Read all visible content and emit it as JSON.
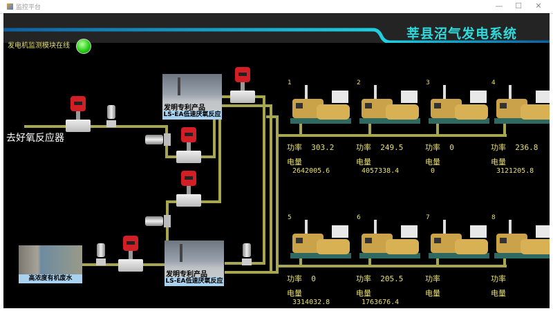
{
  "window": {
    "title": "监控平台",
    "controls": [
      "—",
      "☐",
      "✕"
    ]
  },
  "header": {
    "title": "莘县沼气发电系统"
  },
  "status": {
    "label": "发电机监测模块在线",
    "online": true,
    "led_color": "#27d018"
  },
  "labels": {
    "aerobic": "去好氧反应器",
    "wastewater": "高浓度有机废水"
  },
  "reactors": [
    {
      "line1": "发明专利产品",
      "line2": "LS-EA低速厌氧反应器"
    },
    {
      "line1": "发明专利产品",
      "line2": "LS-EA低速厌氧反应器"
    }
  ],
  "power_label": "功率",
  "energy_label": "电量",
  "generators": [
    {
      "id": "1",
      "power": "303.2",
      "energy": "2642005.6"
    },
    {
      "id": "2",
      "power": "249.5",
      "energy": "4057338.4"
    },
    {
      "id": "3",
      "power": "0",
      "energy": "0"
    },
    {
      "id": "4",
      "power": "236.8",
      "energy": "3121205.8"
    },
    {
      "id": "5",
      "power": "0",
      "energy": "3314032.8"
    },
    {
      "id": "6",
      "power": "205.5",
      "energy": "1763676.4"
    },
    {
      "id": "7",
      "power": "",
      "energy": ""
    },
    {
      "id": "8",
      "power": "",
      "energy": ""
    }
  ],
  "colors": {
    "pipe": "#a9a650",
    "accent": "#1fc4d8",
    "text": "#e8e070"
  }
}
